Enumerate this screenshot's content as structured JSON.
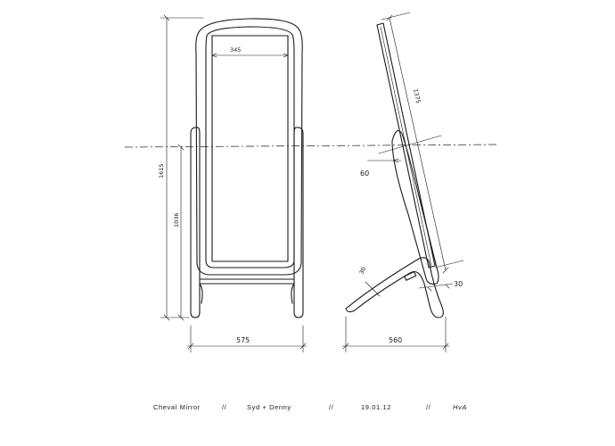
{
  "drawing": {
    "front_view": {
      "overall_height": "1615",
      "lower_height": "1036",
      "mirror_width": "345",
      "base_width": "575"
    },
    "side_view": {
      "mirror_length": "1375",
      "pivot_dim": "60",
      "foot_dim_a": "30",
      "foot_dim_b": "30",
      "base_depth": "560"
    },
    "title_block": {
      "title": "Cheval Mirror",
      "sep1": "//",
      "client": "Syd + Denny",
      "sep2": "//",
      "date": "19.01.12",
      "sep3": "//",
      "initials": "HvA"
    }
  }
}
